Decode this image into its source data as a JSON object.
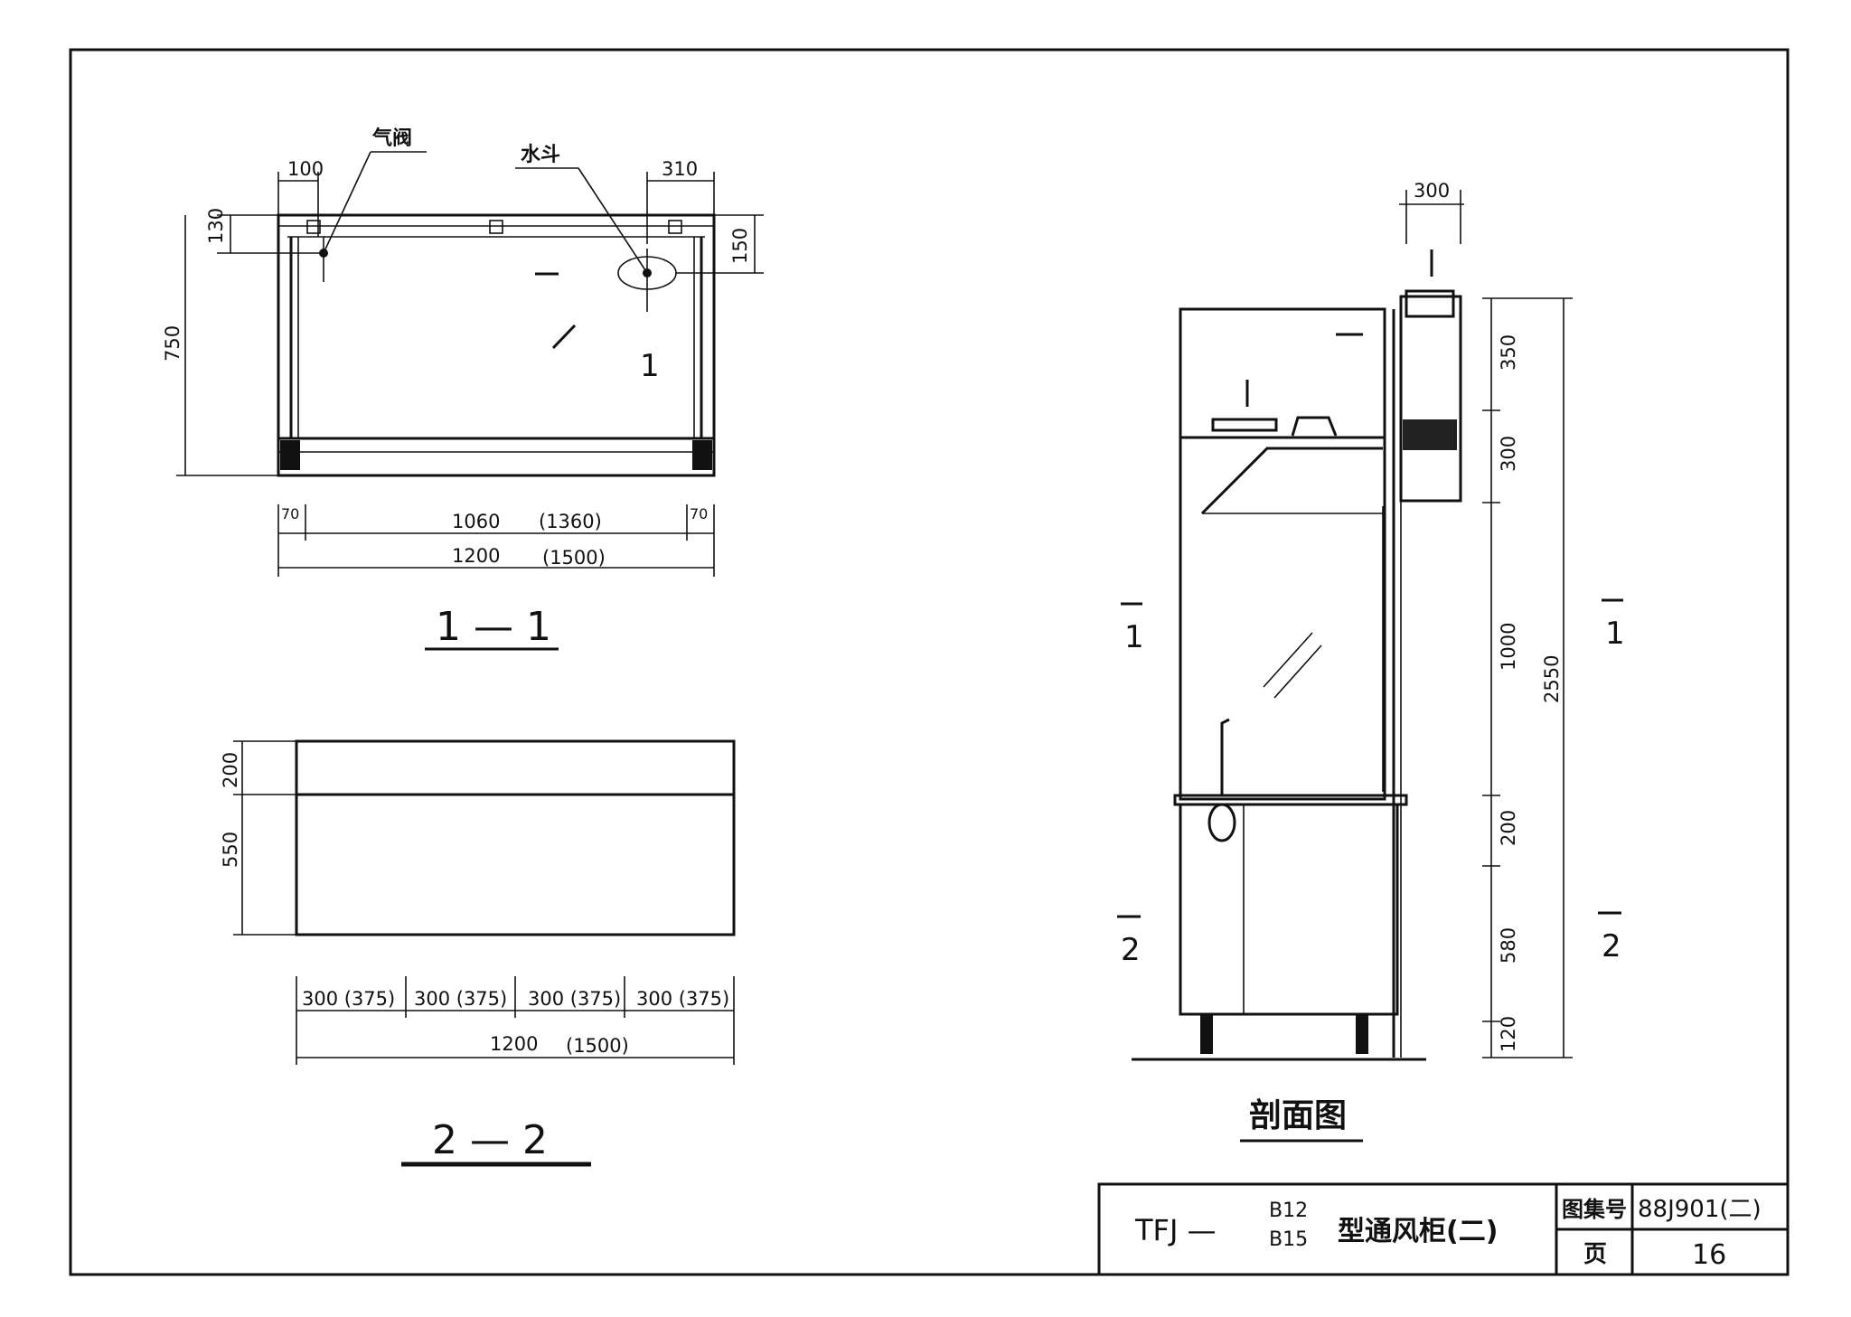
{
  "labels": {
    "air_valve": "气阀",
    "water_funnel": "水斗",
    "marker_1": "1"
  },
  "plan_dims": {
    "left_offset": "100",
    "right_offset": "310",
    "top_left": "130",
    "top_right": "150",
    "depth": "750",
    "side_left": "70",
    "side_right": "70",
    "inner_width": "1060",
    "inner_width_alt": "(1360)",
    "total_width": "1200",
    "total_width_alt": "(1500)"
  },
  "section_1": {
    "title": "1 — 1"
  },
  "elevation_dims": {
    "top_h": "200",
    "body_h": "550",
    "segments": [
      "300 (375)",
      "300 (375)",
      "300 (375)",
      "300 (375)"
    ],
    "total_width": "1200",
    "total_width_alt": "(1500)"
  },
  "section_2": {
    "title": "2 — 2"
  },
  "profile": {
    "duct_width": "300",
    "heights": [
      "350",
      "300",
      "1000",
      "200",
      "580",
      "120"
    ],
    "total_height": "2550",
    "cut_1_left": "1",
    "cut_1_right": "1",
    "cut_2_left": "2",
    "cut_2_right": "2",
    "title": "剖面图"
  },
  "title_block": {
    "model_prefix": "TFJ —",
    "model_upper": "B12",
    "model_lower": "B15",
    "name": "型通风柜(二)",
    "atlas_label": "图集号",
    "atlas_no": "88J901(二)",
    "page_label": "页",
    "page_no": "16"
  }
}
